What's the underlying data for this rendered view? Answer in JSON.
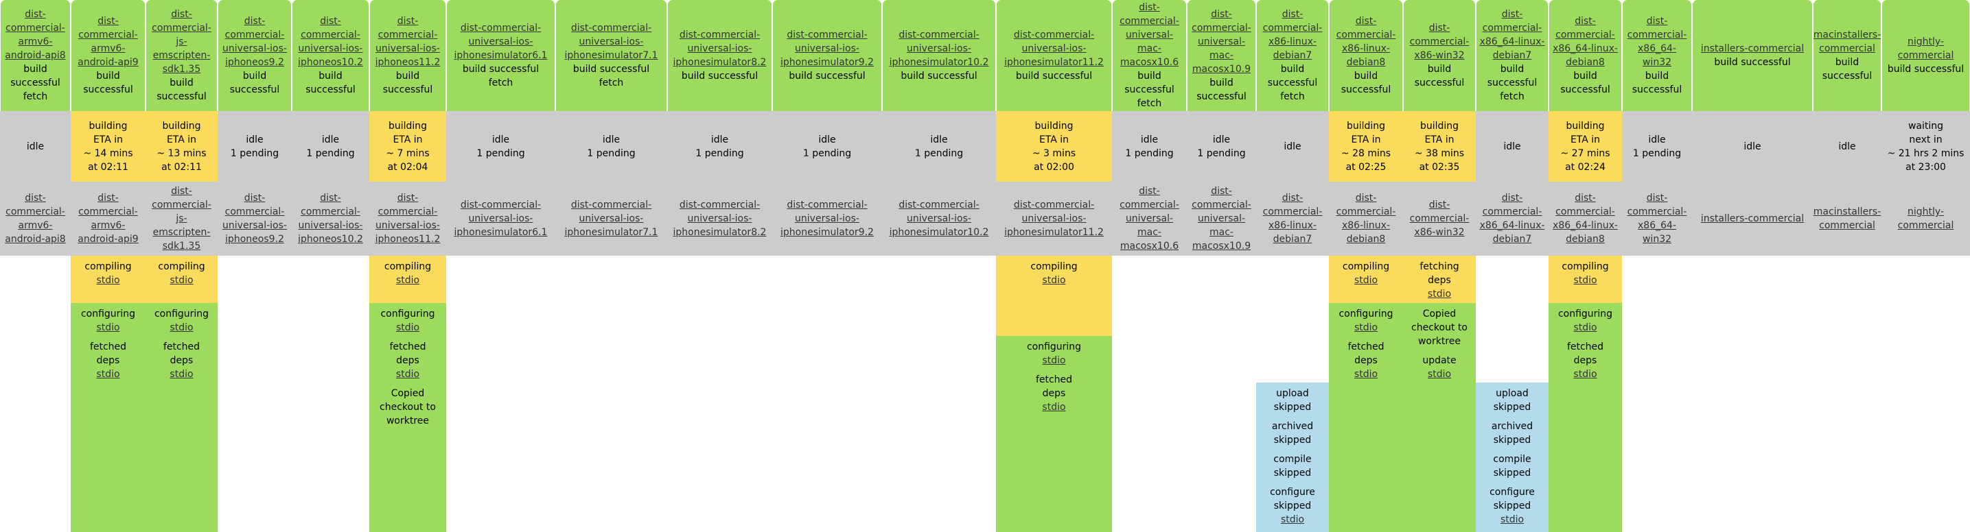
{
  "colors": {
    "success": "#9cdb5e",
    "building": "#fbdb5c",
    "idle": "#cccccc",
    "skipped": "#b3dbec",
    "link": "#333333"
  },
  "builders": [
    {
      "name": "dist-commercial-armv6-android-api8",
      "last": [
        "build successful",
        "fetch"
      ],
      "state": "idle",
      "status": [
        "idle"
      ]
    },
    {
      "name": "dist-commercial-armv6-android-api9",
      "last": [
        "build successful"
      ],
      "state": "building",
      "status": [
        "building",
        "ETA in",
        "~ 14 mins",
        "at 02:11"
      ]
    },
    {
      "name": "dist-commercial-js-emscripten-sdk1.35",
      "last": [
        "build successful"
      ],
      "state": "building",
      "status": [
        "building",
        "ETA in",
        "~ 13 mins",
        "at 02:11"
      ]
    },
    {
      "name": "dist-commercial-universal-ios-iphoneos9.2",
      "last": [
        "build successful"
      ],
      "state": "idle",
      "status": [
        "idle",
        "1 pending"
      ]
    },
    {
      "name": "dist-commercial-universal-ios-iphoneos10.2",
      "last": [
        "build successful"
      ],
      "state": "idle",
      "status": [
        "idle",
        "1 pending"
      ]
    },
    {
      "name": "dist-commercial-universal-ios-iphoneos11.2",
      "last": [
        "build successful"
      ],
      "state": "building",
      "status": [
        "building",
        "ETA in",
        "~ 7 mins",
        "at 02:04"
      ]
    },
    {
      "name": "dist-commercial-universal-ios-iphonesimulator6.1",
      "last": [
        "build successful",
        "fetch"
      ],
      "state": "idle",
      "status": [
        "idle",
        "1 pending"
      ]
    },
    {
      "name": "dist-commercial-universal-ios-iphonesimulator7.1",
      "last": [
        "build successful",
        "fetch"
      ],
      "state": "idle",
      "status": [
        "idle",
        "1 pending"
      ]
    },
    {
      "name": "dist-commercial-universal-ios-iphonesimulator8.2",
      "last": [
        "build successful"
      ],
      "state": "idle",
      "status": [
        "idle",
        "1 pending"
      ]
    },
    {
      "name": "dist-commercial-universal-ios-iphonesimulator9.2",
      "last": [
        "build successful"
      ],
      "state": "idle",
      "status": [
        "idle",
        "1 pending"
      ]
    },
    {
      "name": "dist-commercial-universal-ios-iphonesimulator10.2",
      "last": [
        "build successful"
      ],
      "state": "idle",
      "status": [
        "idle",
        "1 pending"
      ]
    },
    {
      "name": "dist-commercial-universal-ios-iphonesimulator11.2",
      "last": [
        "build successful"
      ],
      "state": "building",
      "status": [
        "building",
        "ETA in",
        "~ 3 mins",
        "at 02:00"
      ]
    },
    {
      "name": "dist-commercial-universal-mac-macosx10.6",
      "last": [
        "build successful",
        "fetch"
      ],
      "state": "idle",
      "status": [
        "idle",
        "1 pending"
      ]
    },
    {
      "name": "dist-commercial-universal-mac-macosx10.9",
      "last": [
        "build successful"
      ],
      "state": "idle",
      "status": [
        "idle",
        "1 pending"
      ]
    },
    {
      "name": "dist-commercial-x86-linux-debian7",
      "last": [
        "build successful",
        "fetch"
      ],
      "state": "idle",
      "status": [
        "idle"
      ]
    },
    {
      "name": "dist-commercial-x86-linux-debian8",
      "last": [
        "build successful"
      ],
      "state": "building",
      "status": [
        "building",
        "ETA in",
        "~ 28 mins",
        "at 02:25"
      ]
    },
    {
      "name": "dist-commercial-x86-win32",
      "last": [
        "build successful"
      ],
      "state": "building",
      "status": [
        "building",
        "ETA in",
        "~ 38 mins",
        "at 02:35"
      ]
    },
    {
      "name": "dist-commercial-x86_64-linux-debian7",
      "last": [
        "build successful",
        "fetch"
      ],
      "state": "idle",
      "status": [
        "idle"
      ]
    },
    {
      "name": "dist-commercial-x86_64-linux-debian8",
      "last": [
        "build successful"
      ],
      "state": "building",
      "status": [
        "building",
        "ETA in",
        "~ 27 mins",
        "at 02:24"
      ]
    },
    {
      "name": "dist-commercial-x86_64-win32",
      "last": [
        "build successful"
      ],
      "state": "idle",
      "status": [
        "idle",
        "1 pending"
      ]
    },
    {
      "name": "installers-commercial",
      "last": [
        "build successful"
      ],
      "state": "idle",
      "status": [
        "idle"
      ]
    },
    {
      "name": "macinstallers-commercial",
      "last": [
        "build successful"
      ],
      "state": "idle",
      "status": [
        "idle"
      ]
    },
    {
      "name": "nightly-commercial",
      "last": [
        "build successful"
      ],
      "state": "idle",
      "status": [
        "waiting",
        "next in",
        "~ 21 hrs 2 mins",
        "at 23:00"
      ]
    }
  ],
  "steps": {
    "1": [
      {
        "state": "running",
        "steps": [
          {
            "text": [
              "compiling"
            ],
            "link": "stdio"
          }
        ]
      },
      {
        "state": "success",
        "steps": [
          {
            "text": [
              "configuring"
            ],
            "link": "stdio"
          },
          {
            "text": [
              "fetched",
              "deps"
            ],
            "link": "stdio"
          }
        ]
      }
    ],
    "2": [
      {
        "state": "running",
        "steps": [
          {
            "text": [
              "compiling"
            ],
            "link": "stdio"
          }
        ]
      },
      {
        "state": "success",
        "steps": [
          {
            "text": [
              "configuring"
            ],
            "link": "stdio"
          },
          {
            "text": [
              "fetched",
              "deps"
            ],
            "link": "stdio"
          }
        ]
      }
    ],
    "5": [
      {
        "state": "running",
        "steps": [
          {
            "text": [
              "compiling"
            ],
            "link": "stdio"
          }
        ]
      },
      {
        "state": "success",
        "steps": [
          {
            "text": [
              "configuring"
            ],
            "link": "stdio"
          },
          {
            "text": [
              "fetched",
              "deps"
            ],
            "link": "stdio"
          },
          {
            "text": [
              "Copied checkout to worktree"
            ]
          }
        ]
      }
    ],
    "11": [
      {
        "state": "running",
        "steps": [
          {
            "text": [
              "compiling"
            ],
            "link": "stdio"
          }
        ]
      },
      {
        "state": "success",
        "steps": [
          {
            "text": [
              "configuring"
            ],
            "link": "stdio"
          },
          {
            "text": [
              "fetched",
              "deps"
            ],
            "link": "stdio"
          }
        ]
      }
    ],
    "14": [
      {
        "state": "skipped",
        "steps": [
          {
            "text": [
              "upload",
              "skipped"
            ]
          },
          {
            "text": [
              "archived",
              "skipped"
            ]
          },
          {
            "text": [
              "compile",
              "skipped"
            ]
          },
          {
            "text": [
              "configure",
              "skipped"
            ],
            "link": "stdio"
          }
        ]
      }
    ],
    "15": [
      {
        "state": "running",
        "steps": [
          {
            "text": [
              "compiling"
            ],
            "link": "stdio"
          }
        ]
      },
      {
        "state": "success",
        "steps": [
          {
            "text": [
              "configuring"
            ],
            "link": "stdio"
          },
          {
            "text": [
              "fetched",
              "deps"
            ],
            "link": "stdio"
          }
        ]
      }
    ],
    "16": [
      {
        "state": "running",
        "steps": [
          {
            "text": [
              "fetching",
              "deps"
            ],
            "link": "stdio"
          }
        ]
      },
      {
        "state": "success",
        "steps": [
          {
            "text": [
              "Copied checkout to worktree"
            ]
          },
          {
            "text": [
              "update"
            ],
            "link": "stdio"
          }
        ]
      }
    ],
    "17": [
      {
        "state": "skipped",
        "steps": [
          {
            "text": [
              "upload",
              "skipped"
            ]
          },
          {
            "text": [
              "archived",
              "skipped"
            ]
          },
          {
            "text": [
              "compile",
              "skipped"
            ]
          },
          {
            "text": [
              "configure",
              "skipped"
            ],
            "link": "stdio"
          }
        ]
      }
    ],
    "18": [
      {
        "state": "running",
        "steps": [
          {
            "text": [
              "compiling"
            ],
            "link": "stdio"
          }
        ]
      },
      {
        "state": "success",
        "steps": [
          {
            "text": [
              "configuring"
            ],
            "link": "stdio"
          },
          {
            "text": [
              "fetched",
              "deps"
            ],
            "link": "stdio"
          }
        ]
      }
    ]
  }
}
